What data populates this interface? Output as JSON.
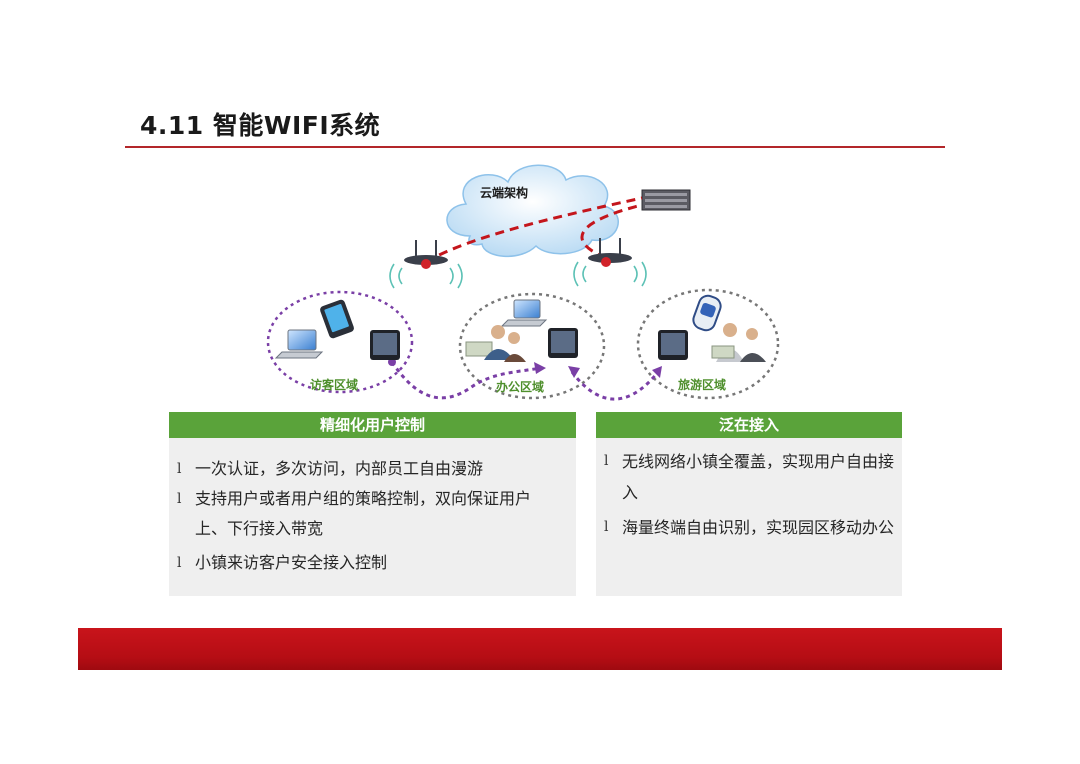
{
  "page": {
    "title": "4.11 智能WIFI系统"
  },
  "diagram": {
    "cloud_label": "云端架构",
    "zones": [
      {
        "label": "访客区域"
      },
      {
        "label": "办公区域"
      },
      {
        "label": "旅游区域"
      }
    ]
  },
  "panels": {
    "left": {
      "header": "精细化用户控制",
      "items": [
        {
          "bullet": "l",
          "text": "一次认证，多次访问，内部员工自由漫游"
        },
        {
          "bullet": "l",
          "text": "支持用户或者用户组的策略控制，双向保证用户上、下行接入带宽"
        },
        {
          "bullet": "l",
          "text": "小镇来访客户安全接入控制"
        }
      ]
    },
    "right": {
      "header": "泛在接入",
      "items": [
        {
          "bullet": "l",
          "text": "无线网络小镇全覆盖，实现用户自由接入"
        },
        {
          "bullet": "l",
          "text": "海量终端自由识别，实现园区移动办公"
        }
      ]
    }
  },
  "colors": {
    "accent_red": "#c9141b",
    "rule_red": "#b3262a",
    "panel_green": "#5aa33a",
    "zone_text_green": "#4e8f2c",
    "link_purple": "#7a3fa6"
  }
}
